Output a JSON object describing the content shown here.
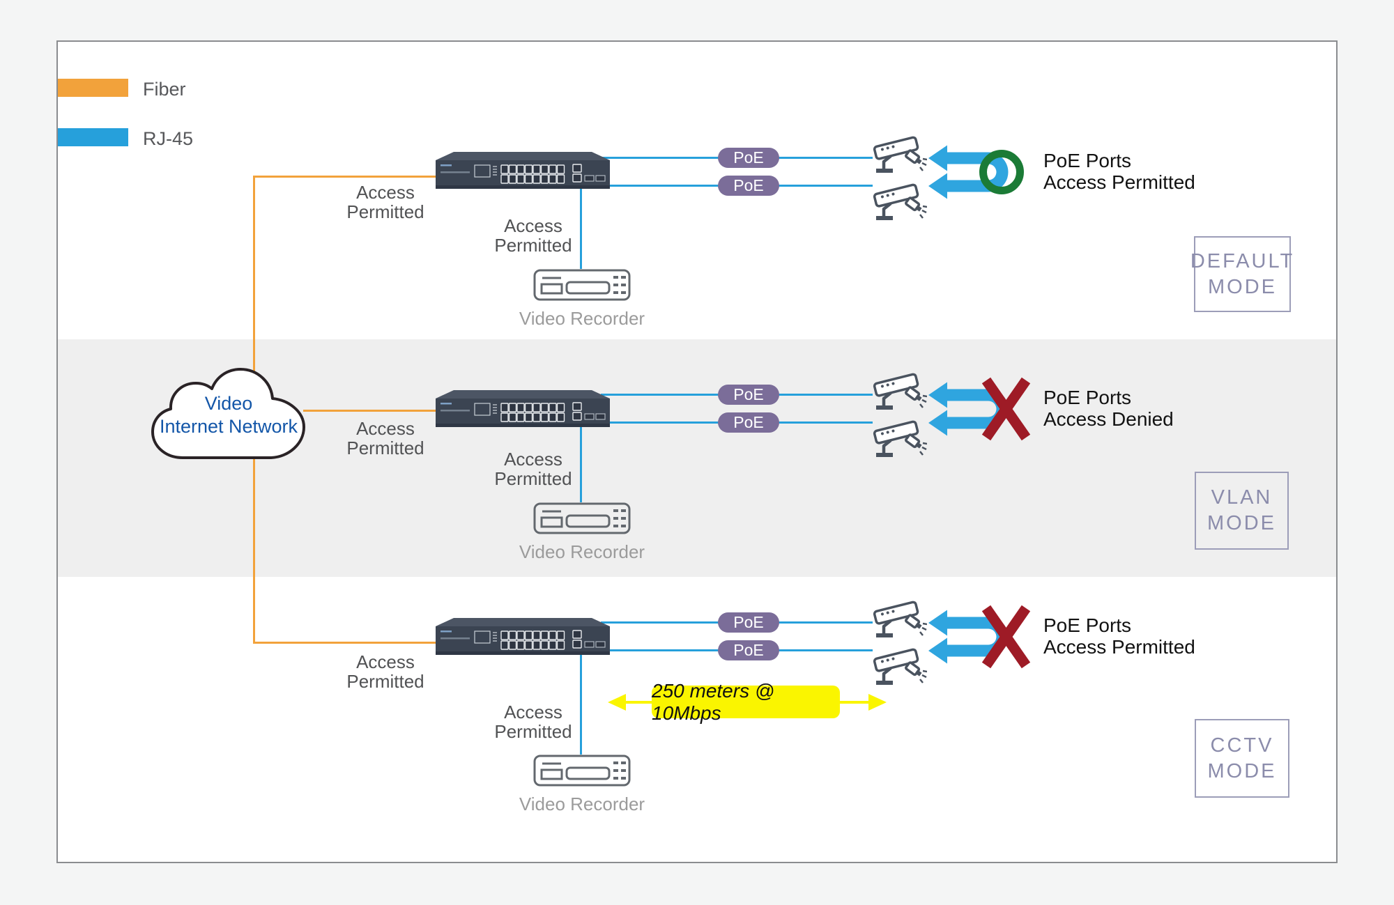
{
  "legend": {
    "items": [
      {
        "label": "Fiber",
        "color": "#F2A23B"
      },
      {
        "label": "RJ-45",
        "color": "#26A0DB"
      }
    ]
  },
  "cloud": {
    "line1": "Video",
    "line2": "Internet Network"
  },
  "sections": [
    {
      "mode": [
        "DEFAULT",
        "MODE"
      ],
      "switch_access": [
        "Access",
        "Permitted"
      ],
      "recorder_access": [
        "Access",
        "Permitted"
      ],
      "recorder_label": "Video Recorder",
      "poe_badges": [
        "PoE",
        "PoE"
      ],
      "result": {
        "line1": "PoE Ports",
        "line2": "Access Permitted",
        "icon": "green-ring"
      }
    },
    {
      "mode": [
        "VLAN",
        "MODE"
      ],
      "switch_access": [
        "Access",
        "Permitted"
      ],
      "recorder_access": [
        "Access",
        "Permitted"
      ],
      "recorder_label": "Video Recorder",
      "poe_badges": [
        "PoE",
        "PoE"
      ],
      "result": {
        "line1": "PoE Ports",
        "line2": "Access Denied",
        "icon": "red-x"
      }
    },
    {
      "mode": [
        "CCTV",
        "MODE"
      ],
      "switch_access": [
        "Access",
        "Permitted"
      ],
      "recorder_access": [
        "Access",
        "Permitted"
      ],
      "recorder_label": "Video Recorder",
      "poe_badges": [
        "PoE",
        "PoE"
      ],
      "result": {
        "line1": "PoE Ports",
        "line2": "Access Permitted",
        "icon": "red-x"
      },
      "note": "250 meters @ 10Mbps"
    }
  ],
  "colors": {
    "fiber": "#F2A23B",
    "rj45": "#26A0DB",
    "poe_badge": "#7B6D99",
    "permitted_green": "#1B7B36",
    "denied_red": "#9E1B26",
    "note_yellow": "#FAF500",
    "mode_accent": "#8B8CAB"
  }
}
